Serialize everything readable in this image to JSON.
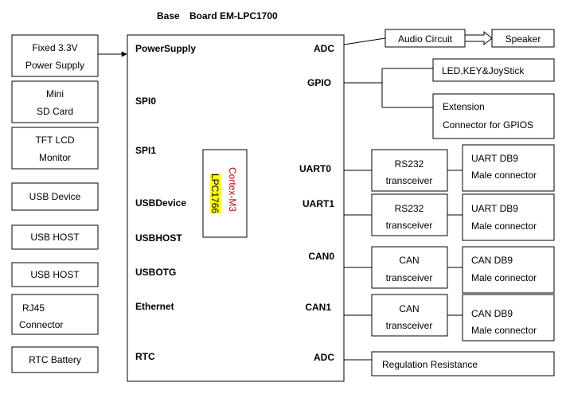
{
  "title_left": "Base",
  "title_right": "Board EM-LPC1700",
  "colors": {
    "chip_label_red": "#cc0000",
    "chip_highlight": "#ffff00"
  },
  "chip": {
    "core": "Cortex-M3",
    "model": "LPC1766"
  },
  "left_modules": [
    {
      "lines": [
        "Fixed 3.3V",
        "Power Supply"
      ],
      "port": "PowerSupply"
    },
    {
      "lines": [
        "Mini",
        "SD Card"
      ],
      "port": "SPI0"
    },
    {
      "lines": [
        "TFT LCD",
        "Monitor"
      ],
      "port": "SPI1"
    },
    {
      "lines": [
        "USB Device"
      ],
      "port": "USBDevice"
    },
    {
      "lines": [
        "USB    HOST"
      ],
      "port": "USBHOST"
    },
    {
      "lines": [
        "USB    HOST"
      ],
      "port": "USBOTG"
    },
    {
      "lines": [
        "RJ45",
        "Connector"
      ],
      "port": "Ethernet"
    },
    {
      "lines": [
        "RTC Battery"
      ],
      "port": "RTC"
    }
  ],
  "right_ports": [
    "ADC",
    "GPIO",
    "UART0",
    "UART1",
    "CAN0",
    "CAN1",
    "ADC"
  ],
  "right_modules": {
    "audio": "Audio Circuit",
    "speaker": "Speaker",
    "led": "LED,KEY&JoyStick",
    "extension": [
      "Extension",
      "Connector for GPIOS"
    ],
    "rs232_a": [
      "RS232",
      "transceiver"
    ],
    "rs232_b": [
      "RS232",
      "transceiver"
    ],
    "can_a": [
      "CAN",
      "transceiver"
    ],
    "can_b": [
      "CAN",
      "transceiver"
    ],
    "uart_db9_a": [
      "UART DB9",
      "Male connector"
    ],
    "uart_db9_b": [
      "UART DB9",
      "Male connector"
    ],
    "can_db9_a": [
      "CAN    DB9",
      "Male connector"
    ],
    "can_db9_b": [
      "CAN    DB9",
      "Male connector"
    ],
    "regulation": "Regulation Resistance"
  }
}
